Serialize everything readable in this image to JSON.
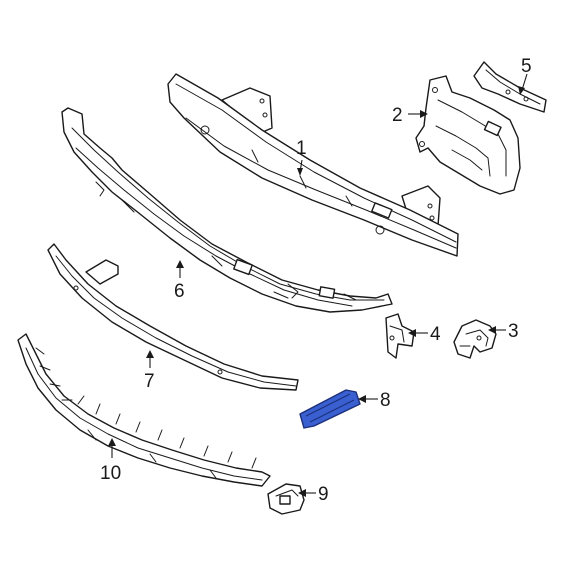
{
  "colors": {
    "line": "#1a1a1a",
    "background": "#ffffff",
    "highlight_fill": "#3a5fd0",
    "highlight_stroke": "#1c2f7a"
  },
  "callouts": {
    "c1": "1",
    "c2": "2",
    "c3": "3",
    "c4": "4",
    "c5": "5",
    "c6": "6",
    "c7": "7",
    "c8": "8",
    "c9": "9",
    "c10": "10"
  },
  "highlighted_part": "8"
}
